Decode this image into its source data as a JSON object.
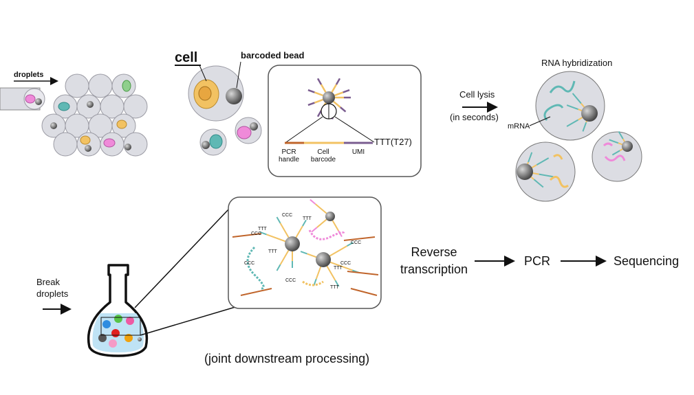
{
  "labels": {
    "droplets": "droplets",
    "cell": "cell",
    "barcoded_bead": "barcoded bead",
    "pcr_handle_1": "PCR",
    "pcr_handle_2": "handle",
    "cell_barcode_1": "Cell",
    "cell_barcode_2": "barcode",
    "umi": "UMI",
    "ttt": "TTT(T27)",
    "cell_lysis": "Cell lysis",
    "in_seconds": "(in seconds)",
    "rna_hybridization": "RNA hybridization",
    "mrna": "mRNA",
    "break_1": "Break",
    "break_2": "droplets",
    "reverse_1": "Reverse",
    "reverse_2": "transcription",
    "pcr": "PCR",
    "sequencing": "Sequencing",
    "joint": "(joint downstream processing)",
    "ccc": "CCC",
    "ttt_short": "TTT"
  },
  "colors": {
    "droplet_fill": "#dcdde3",
    "droplet_stroke": "#9a9aa3",
    "bead": "#6e6e6e",
    "yellow": "#f2c262",
    "teal": "#5fb8b4",
    "pink": "#ef8ad9",
    "green": "#8fcf8c",
    "orange_handle": "#c0642a",
    "purple_umi": "#7a5c8f",
    "flask_liquid": "#bfe3f5"
  },
  "flask_dots": [
    "#2e8de0",
    "#58c448",
    "#ee5aa3",
    "#e02020",
    "#f0a20e",
    "#f59ac6",
    "#555555"
  ]
}
